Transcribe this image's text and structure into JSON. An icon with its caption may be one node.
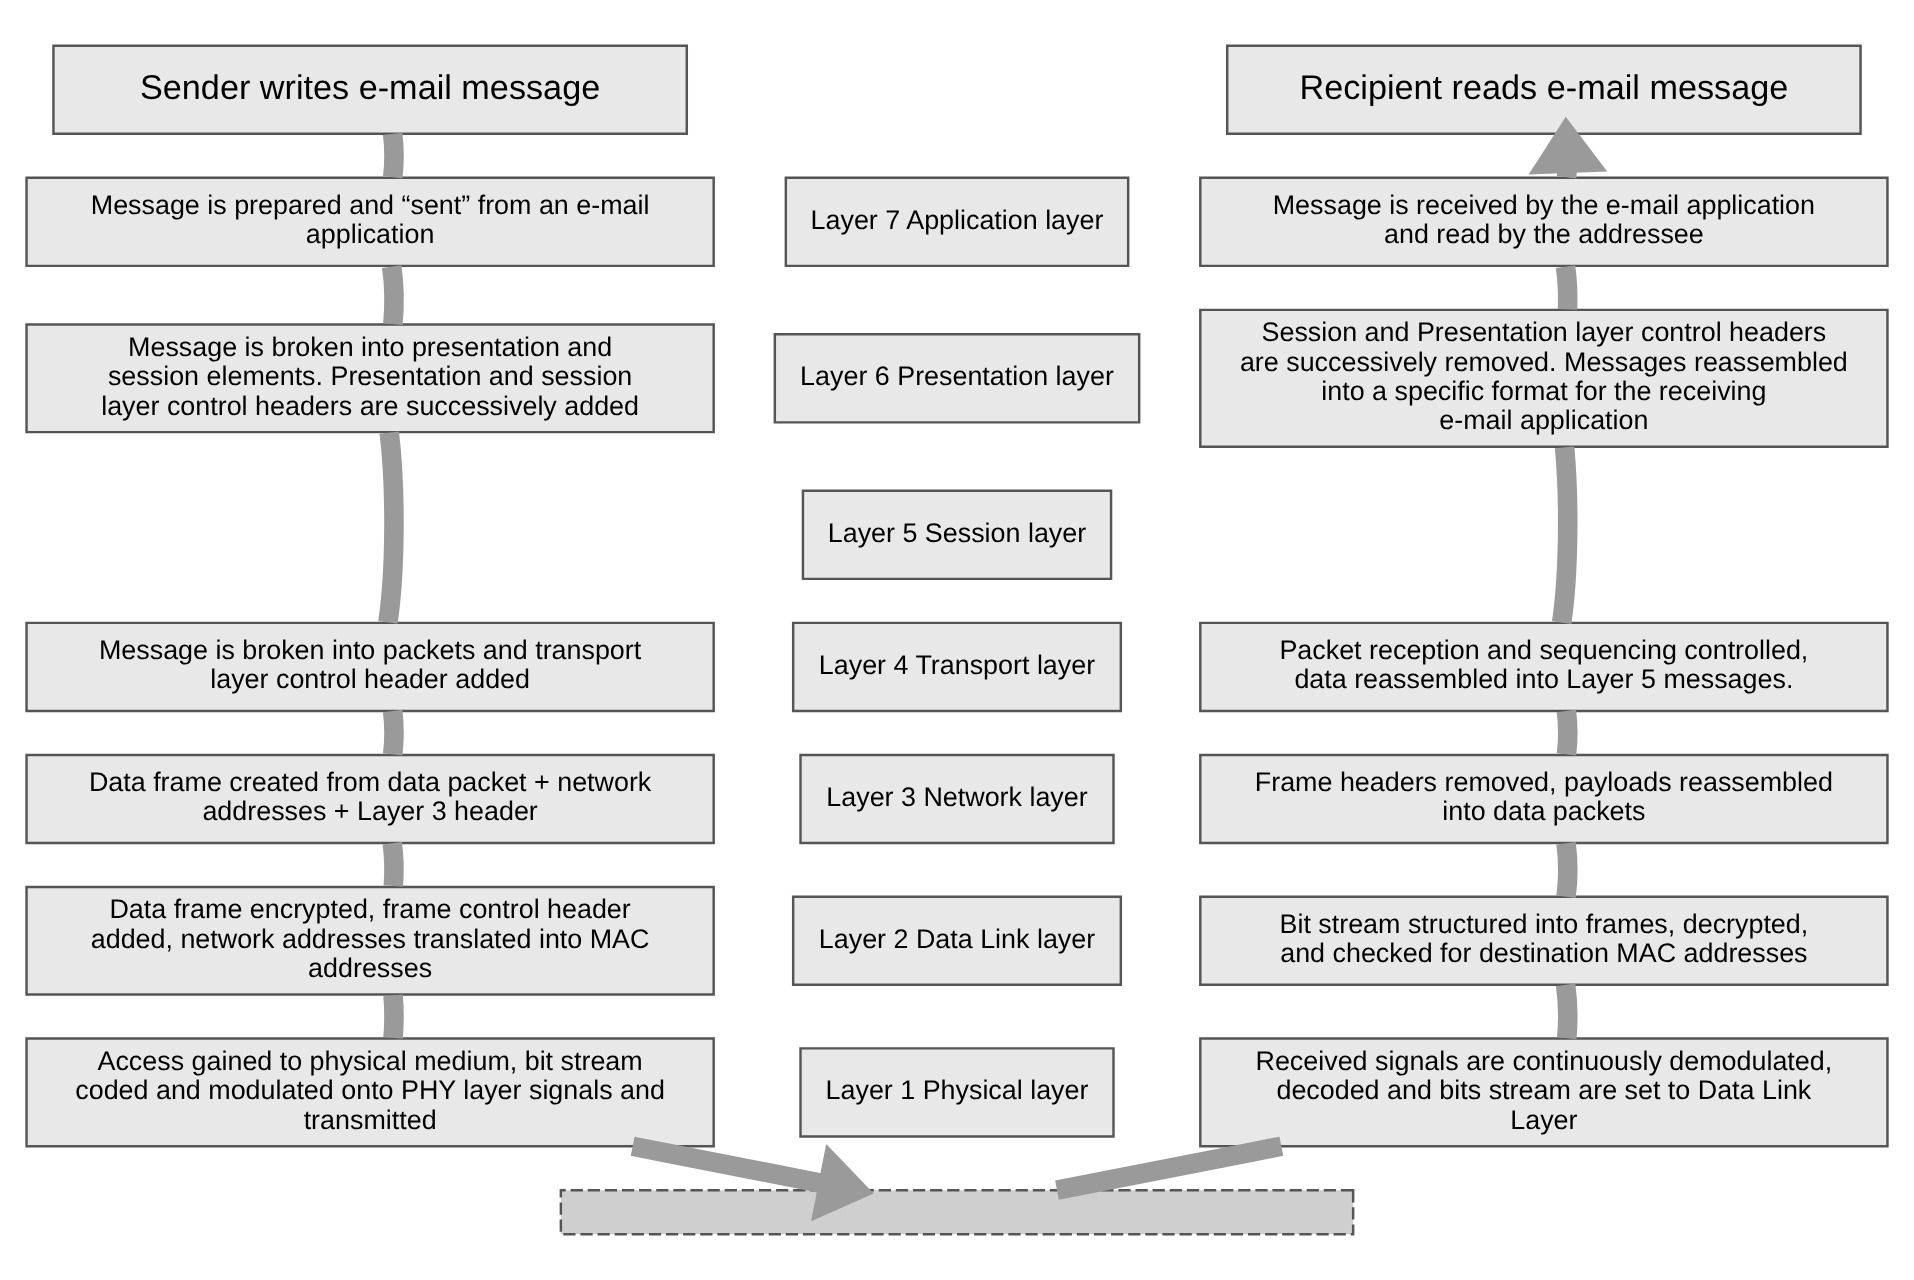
{
  "diagram": {
    "nodes": [
      {
        "text": [
          "Sender writes e-mail message"
        ]
      },
      {
        "text": [
          "Recipient reads e-mail message"
        ]
      },
      {
        "text": [
          "Message is prepared and “sent” from an e-mail application"
        ]
      },
      {
        "text": [
          "Layer 7 Application layer"
        ]
      },
      {
        "text": [
          "Message is received by the e-mail application and read by the addressee"
        ]
      },
      {
        "text": [
          "Message is broken into presentation and session elements. Presentation and session layer control headers are successively added"
        ]
      },
      {
        "text": [
          "Layer 6 Presentation layer"
        ]
      },
      {
        "text": [
          "Session and Presentation layer control headers are successively removed. Messages reassembled into a specific format for the receiving e-mail application"
        ]
      },
      {
        "text": [
          "Layer 5 Session layer"
        ]
      },
      {
        "text": [
          "Message is broken into packets and transport layer control header added"
        ]
      },
      {
        "text": [
          "Layer 4 Transport layer"
        ]
      },
      {
        "text": [
          "Packet reception and sequencing controlled, data reassembled into Layer 5 messages."
        ]
      },
      {
        "text": [
          "Data frame created from data packet + network addresses + Layer 3 header"
        ]
      },
      {
        "text": [
          "Layer 3 Network layer"
        ]
      },
      {
        "text": [
          "Frame headers removed, payloads reassembled into data packets"
        ]
      },
      {
        "text": [
          "Data frame encrypted, frame control header added, network addresses translated into MAC addresses"
        ]
      },
      {
        "text": [
          "Layer 2 Data Link layer"
        ]
      },
      {
        "text": [
          "Bit stream structured into frames, decrypted, and checked for destination MAC addresses"
        ]
      },
      {
        "text": [
          "Access gained to physical medium, bit stream coded and modulated onto PHY layer signals and transmitted"
        ]
      },
      {
        "text": [
          "Layer 1 Physical layer"
        ]
      },
      {
        "text": [
          "Received signals are continuously demodulated, decoded and bits stream are set to Data Link Layer"
        ]
      },
      {
        "text": [],
        "shape": "bar"
      }
    ],
    "edges": [
      {
        "from": 0,
        "to": 2,
        "arrow": "none"
      },
      {
        "from": 2,
        "to": 5,
        "arrow": "none"
      },
      {
        "from": 5,
        "to": 9,
        "arrow": "none"
      },
      {
        "from": 9,
        "to": 12,
        "arrow": "none"
      },
      {
        "from": 12,
        "to": 15,
        "arrow": "none"
      },
      {
        "from": 15,
        "to": 18,
        "arrow": "none"
      },
      {
        "from": 18,
        "to": 21,
        "arrow": "to"
      },
      {
        "from": 21,
        "to": 20,
        "arrow": "none"
      },
      {
        "from": 20,
        "to": 17,
        "arrow": "none"
      },
      {
        "from": 17,
        "to": 14,
        "arrow": "none"
      },
      {
        "from": 14,
        "to": 11,
        "arrow": "none"
      },
      {
        "from": 11,
        "to": 7,
        "arrow": "none"
      },
      {
        "from": 7,
        "to": 4,
        "arrow": "none"
      },
      {
        "from": 4,
        "to": 1,
        "arrow": "to"
      }
    ]
  }
}
